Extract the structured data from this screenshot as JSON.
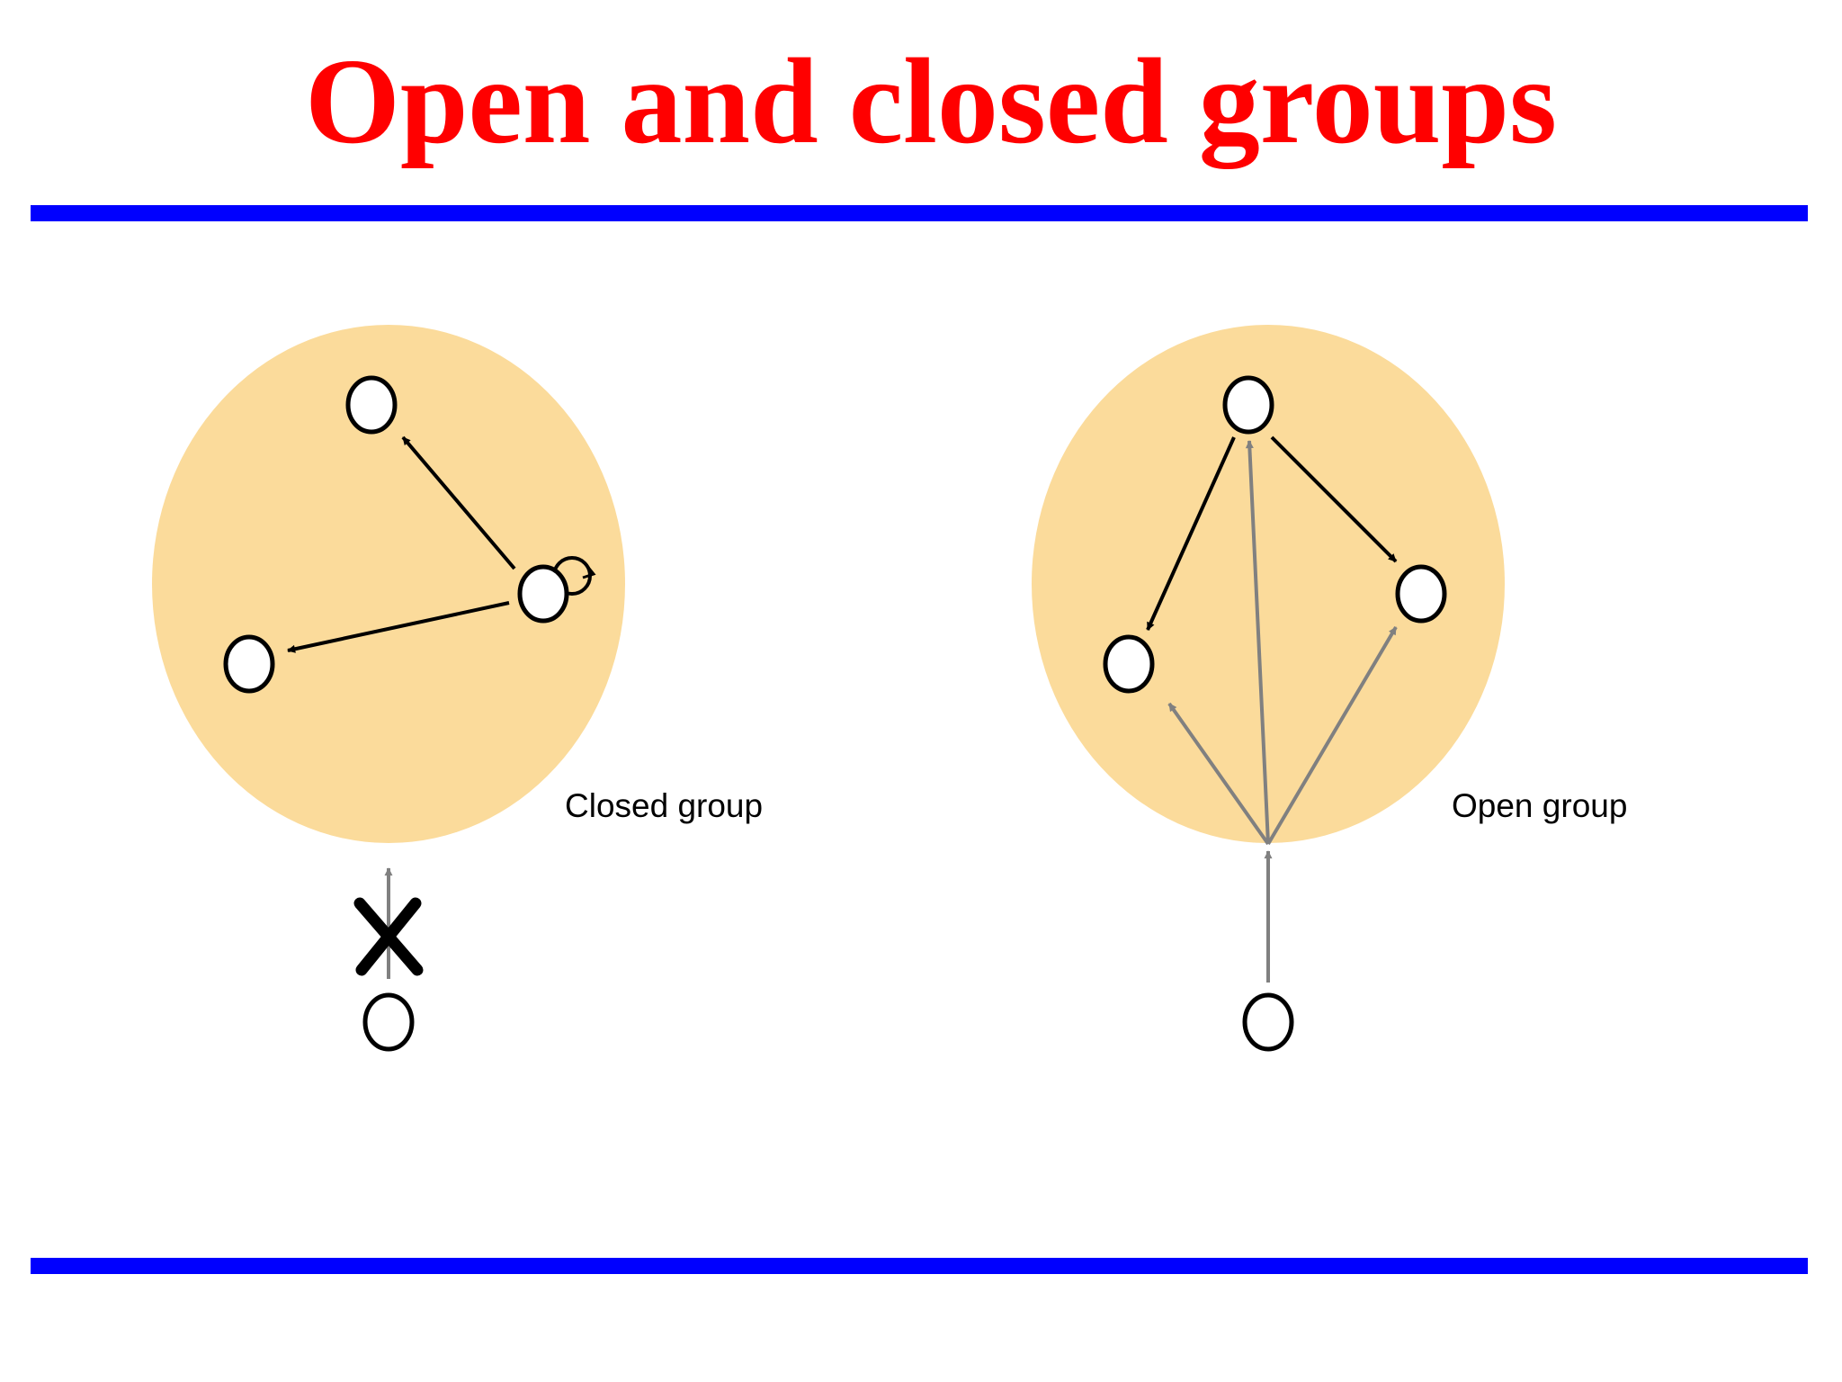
{
  "slide": {
    "title": "Open and closed groups",
    "colors": {
      "title": "#ff0000",
      "rule": "#0000ff",
      "group_fill": "#fbdb9b",
      "node_fill": "#ffffff",
      "internal_arrow": "#000000",
      "external_arrow": "#808080",
      "blocked_mark": "#000000"
    }
  },
  "closed_group": {
    "label": "Closed group",
    "blocked_mark_icon": "x-cross-icon",
    "self_loop_icon": "self-loop-icon"
  },
  "open_group": {
    "label": "Open group"
  }
}
